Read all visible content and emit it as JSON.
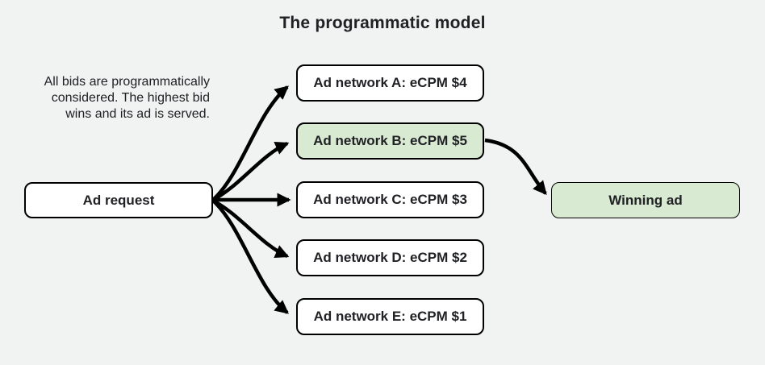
{
  "title": "The programmatic model",
  "description": {
    "lines": [
      "All bids are programmatically",
      "considered. The highest bid",
      "wins and its ad is served."
    ]
  },
  "request_box": {
    "label": "Ad request"
  },
  "networks": [
    {
      "label": "Ad network A: eCPM $4",
      "highlight": false
    },
    {
      "label": "Ad network B: eCPM $5",
      "highlight": true
    },
    {
      "label": "Ad network C: eCPM $3",
      "highlight": false
    },
    {
      "label": "Ad network D: eCPM $2",
      "highlight": false
    },
    {
      "label": "Ad network E: eCPM $1",
      "highlight": false
    }
  ],
  "winning_box": {
    "label": "Winning ad"
  },
  "colors": {
    "background": "#f1f2f2",
    "box_fill": "#ffffff",
    "highlight_fill": "#d9ead3",
    "border": "#000000",
    "arrow": "#000000",
    "text": "#202124"
  }
}
